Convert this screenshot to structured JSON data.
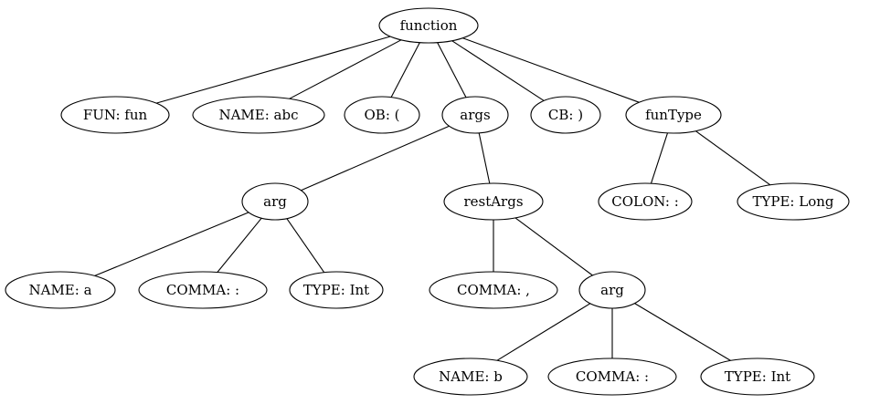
{
  "tree": {
    "nodes": [
      {
        "id": "function",
        "label": "function"
      },
      {
        "id": "fun",
        "label": "FUN: fun"
      },
      {
        "id": "name_abc",
        "label": "NAME: abc"
      },
      {
        "id": "ob",
        "label": "OB: ("
      },
      {
        "id": "args",
        "label": "args"
      },
      {
        "id": "cb",
        "label": "CB: )"
      },
      {
        "id": "funtype",
        "label": "funType"
      },
      {
        "id": "arg1",
        "label": "arg"
      },
      {
        "id": "restargs",
        "label": "restArgs"
      },
      {
        "id": "colon",
        "label": "COLON: :"
      },
      {
        "id": "type_long",
        "label": "TYPE: Long"
      },
      {
        "id": "name_a",
        "label": "NAME: a"
      },
      {
        "id": "comma1",
        "label": "COMMA: :"
      },
      {
        "id": "type_int1",
        "label": "TYPE: Int"
      },
      {
        "id": "comma2",
        "label": "COMMA: ,"
      },
      {
        "id": "arg2",
        "label": "arg"
      },
      {
        "id": "name_b",
        "label": "NAME: b"
      },
      {
        "id": "comma3",
        "label": "COMMA: :"
      },
      {
        "id": "type_int2",
        "label": "TYPE: Int"
      }
    ],
    "edges": [
      [
        "function",
        "fun"
      ],
      [
        "function",
        "name_abc"
      ],
      [
        "function",
        "ob"
      ],
      [
        "function",
        "args"
      ],
      [
        "function",
        "cb"
      ],
      [
        "function",
        "funtype"
      ],
      [
        "args",
        "arg1"
      ],
      [
        "args",
        "restargs"
      ],
      [
        "funtype",
        "colon"
      ],
      [
        "funtype",
        "type_long"
      ],
      [
        "arg1",
        "name_a"
      ],
      [
        "arg1",
        "comma1"
      ],
      [
        "arg1",
        "type_int1"
      ],
      [
        "restargs",
        "comma2"
      ],
      [
        "restargs",
        "arg2"
      ],
      [
        "arg2",
        "name_b"
      ],
      [
        "arg2",
        "comma3"
      ],
      [
        "arg2",
        "type_int2"
      ]
    ]
  }
}
